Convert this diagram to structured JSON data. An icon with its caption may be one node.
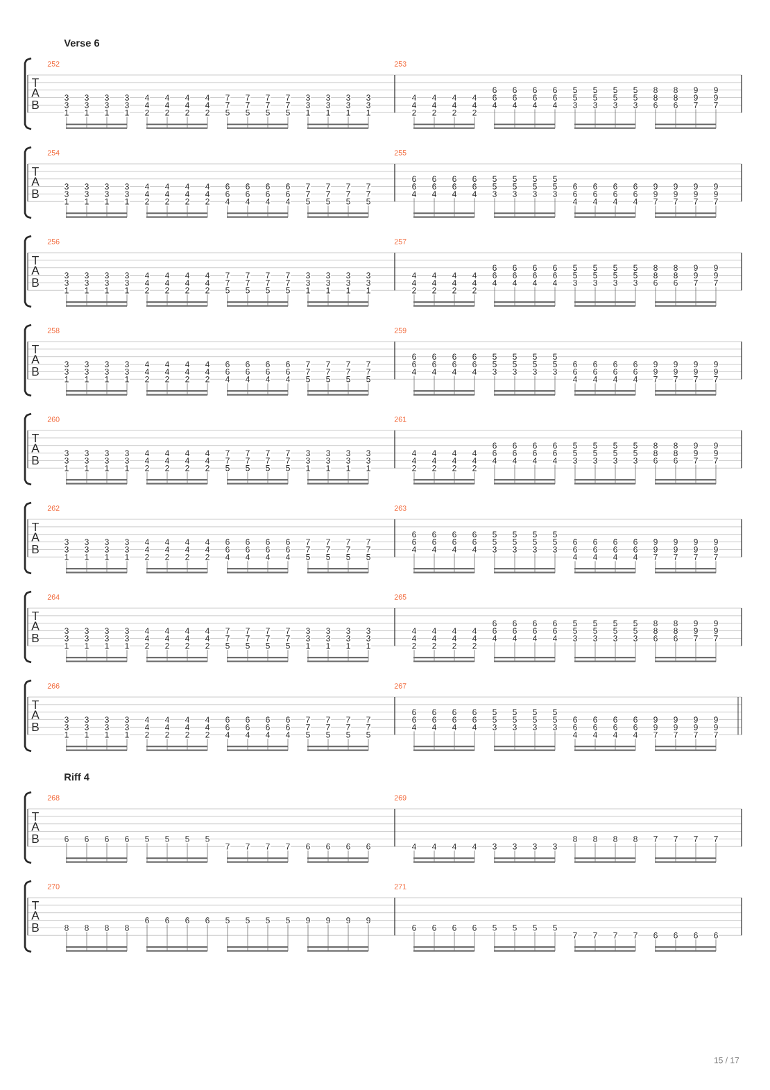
{
  "diagram": {
    "labels": [
      "Verse 6",
      "T",
      "A",
      "B",
      "252",
      "3",
      "3",
      "1",
      "3",
      "3",
      "1",
      "3",
      "3",
      "1",
      "3",
      "3",
      "1",
      "4",
      "4",
      "2",
      "4",
      "4",
      "2",
      "4",
      "4",
      "2",
      "4",
      "4",
      "2",
      "7",
      "7",
      "5",
      "7",
      "7",
      "5",
      "7",
      "7",
      "5",
      "7",
      "7",
      "5",
      "3",
      "3",
      "1",
      "3",
      "3",
      "1",
      "3",
      "3",
      "1",
      "3",
      "3",
      "1",
      "253",
      "4",
      "4",
      "2",
      "4",
      "4",
      "2",
      "4",
      "4",
      "2",
      "4",
      "4",
      "2",
      "6",
      "6",
      "4",
      "6",
      "6",
      "4",
      "6",
      "6",
      "4",
      "6",
      "6",
      "4",
      "5",
      "5",
      "3",
      "5",
      "5",
      "3",
      "5",
      "5",
      "3",
      "5",
      "5",
      "3",
      "8",
      "8",
      "6",
      "8",
      "8",
      "6",
      "9",
      "9",
      "7",
      "9",
      "9",
      "7",
      "T",
      "A",
      "B",
      "254",
      "3",
      "3",
      "1",
      "3",
      "3",
      "1",
      "3",
      "3",
      "1",
      "3",
      "3",
      "1",
      "4",
      "4",
      "2",
      "4",
      "4",
      "2",
      "4",
      "4",
      "2",
      "4",
      "4",
      "2",
      "6",
      "6",
      "4",
      "6",
      "6",
      "4",
      "6",
      "6",
      "4",
      "6",
      "6",
      "4",
      "7",
      "7",
      "5",
      "7",
      "7",
      "5",
      "7",
      "7",
      "5",
      "7",
      "7",
      "5",
      "255",
      "6",
      "6",
      "4",
      "6",
      "6",
      "4",
      "6",
      "6",
      "4",
      "6",
      "6",
      "4",
      "5",
      "5",
      "3",
      "5",
      "5",
      "3",
      "5",
      "5",
      "3",
      "5",
      "5",
      "3",
      "6",
      "6",
      "4",
      "6",
      "6",
      "4",
      "6",
      "6",
      "4",
      "6",
      "6",
      "4",
      "9",
      "9",
      "7",
      "9",
      "9",
      "7",
      "9",
      "9",
      "7",
      "9",
      "9",
      "7",
      "T",
      "A",
      "B",
      "256",
      "3",
      "3",
      "1",
      "3",
      "3",
      "1",
      "3",
      "3",
      "1",
      "3",
      "3",
      "1",
      "4",
      "4",
      "2",
      "4",
      "4",
      "2",
      "4",
      "4",
      "2",
      "4",
      "4",
      "2",
      "7",
      "7",
      "5",
      "7",
      "7",
      "5",
      "7",
      "7",
      "5",
      "7",
      "7",
      "5",
      "3",
      "3",
      "1",
      "3",
      "3",
      "1",
      "3",
      "3",
      "1",
      "3",
      "3",
      "1",
      "257",
      "4",
      "4",
      "2",
      "4",
      "4",
      "2",
      "4",
      "4",
      "2",
      "4",
      "4",
      "2",
      "6",
      "6",
      "4",
      "6",
      "6",
      "4",
      "6",
      "6",
      "4",
      "6",
      "6",
      "4",
      "5",
      "5",
      "3",
      "5",
      "5",
      "3",
      "5",
      "5",
      "3",
      "5",
      "5",
      "3",
      "8",
      "8",
      "6",
      "8",
      "8",
      "6",
      "9",
      "9",
      "7",
      "9",
      "9",
      "7",
      "T",
      "A",
      "B",
      "258",
      "3",
      "3",
      "1",
      "3",
      "3",
      "1",
      "3",
      "3",
      "1",
      "3",
      "3",
      "1",
      "4",
      "4",
      "2",
      "4",
      "4",
      "2",
      "4",
      "4",
      "2",
      "4",
      "4",
      "2",
      "6",
      "6",
      "4",
      "6",
      "6",
      "4",
      "6",
      "6",
      "4",
      "6",
      "6",
      "4",
      "7",
      "7",
      "5",
      "7",
      "7",
      "5",
      "7",
      "7",
      "5",
      "7",
      "7",
      "5",
      "259",
      "6",
      "6",
      "4",
      "6",
      "6",
      "4",
      "6",
      "6",
      "4",
      "6",
      "6",
      "4",
      "5",
      "5",
      "3",
      "5",
      "5",
      "3",
      "5",
      "5",
      "3",
      "5",
      "5",
      "3",
      "6",
      "6",
      "4",
      "6",
      "6",
      "4",
      "6",
      "6",
      "4",
      "6",
      "6",
      "4",
      "9",
      "9",
      "7",
      "9",
      "9",
      "7",
      "9",
      "9",
      "7",
      "9",
      "9",
      "7",
      "T",
      "A",
      "B",
      "260",
      "3",
      "3",
      "1",
      "3",
      "3",
      "1",
      "3",
      "3",
      "1",
      "3",
      "3",
      "1",
      "4",
      "4",
      "2",
      "4",
      "4",
      "2",
      "4",
      "4",
      "2",
      "4",
      "4",
      "2",
      "7",
      "7",
      "5",
      "7",
      "7",
      "5",
      "7",
      "7",
      "5",
      "7",
      "7",
      "5",
      "3",
      "3",
      "1",
      "3",
      "3",
      "1",
      "3",
      "3",
      "1",
      "3",
      "3",
      "1",
      "261",
      "4",
      "4",
      "2",
      "4",
      "4",
      "2",
      "4",
      "4",
      "2",
      "4",
      "4",
      "2",
      "6",
      "6",
      "4",
      "6",
      "6",
      "4",
      "6",
      "6",
      "4",
      "6",
      "6",
      "4",
      "5",
      "5",
      "3",
      "5",
      "5",
      "3",
      "5",
      "5",
      "3",
      "5",
      "5",
      "3",
      "8",
      "8",
      "6",
      "8",
      "8",
      "6",
      "9",
      "9",
      "7",
      "9",
      "9",
      "7",
      "T",
      "A",
      "B",
      "262",
      "3",
      "3",
      "1",
      "3",
      "3",
      "1",
      "3",
      "3",
      "1",
      "3",
      "3",
      "1",
      "4",
      "4",
      "2",
      "4",
      "4",
      "2",
      "4",
      "4",
      "2",
      "4",
      "4",
      "2",
      "6",
      "6",
      "4",
      "6",
      "6",
      "4",
      "6",
      "6",
      "4",
      "6",
      "6",
      "4",
      "7",
      "7",
      "5",
      "7",
      "7",
      "5",
      "7",
      "7",
      "5",
      "7",
      "7",
      "5",
      "263",
      "6",
      "6",
      "4",
      "6",
      "6",
      "4",
      "6",
      "6",
      "4",
      "6",
      "6",
      "4",
      "5",
      "5",
      "3",
      "5",
      "5",
      "3",
      "5",
      "5",
      "3",
      "5",
      "5",
      "3",
      "6",
      "6",
      "4",
      "6",
      "6",
      "4",
      "6",
      "6",
      "4",
      "6",
      "6",
      "4",
      "9",
      "9",
      "7",
      "9",
      "9",
      "7",
      "9",
      "9",
      "7",
      "9",
      "9",
      "7",
      "T",
      "A",
      "B",
      "264",
      "3",
      "3",
      "1",
      "3",
      "3",
      "1",
      "3",
      "3",
      "1",
      "3",
      "3",
      "1",
      "4",
      "4",
      "2",
      "4",
      "4",
      "2",
      "4",
      "4",
      "2",
      "4",
      "4",
      "2",
      "7",
      "7",
      "5",
      "7",
      "7",
      "5",
      "7",
      "7",
      "5",
      "7",
      "7",
      "5",
      "3",
      "3",
      "1",
      "3",
      "3",
      "1",
      "3",
      "3",
      "1",
      "3",
      "3",
      "1",
      "265",
      "4",
      "4",
      "2",
      "4",
      "4",
      "2",
      "4",
      "4",
      "2",
      "4",
      "4",
      "2",
      "6",
      "6",
      "4",
      "6",
      "6",
      "4",
      "6",
      "6",
      "4",
      "6",
      "6",
      "4",
      "5",
      "5",
      "3",
      "5",
      "5",
      "3",
      "5",
      "5",
      "3",
      "5",
      "5",
      "3",
      "8",
      "8",
      "6",
      "8",
      "8",
      "6",
      "9",
      "9",
      "7",
      "9",
      "9",
      "7",
      "T",
      "A",
      "B",
      "266",
      "3",
      "3",
      "1",
      "3",
      "3",
      "1",
      "3",
      "3",
      "1",
      "3",
      "3",
      "1",
      "4",
      "4",
      "2",
      "4",
      "4",
      "2",
      "4",
      "4",
      "2",
      "4",
      "4",
      "2",
      "6",
      "6",
      "4",
      "6",
      "6",
      "4",
      "6",
      "6",
      "4",
      "6",
      "6",
      "4",
      "7",
      "7",
      "5",
      "7",
      "7",
      "5",
      "7",
      "7",
      "5",
      "7",
      "7",
      "5",
      "267",
      "6",
      "6",
      "4",
      "6",
      "6",
      "4",
      "6",
      "6",
      "4",
      "6",
      "6",
      "4",
      "5",
      "5",
      "3",
      "5",
      "5",
      "3",
      "5",
      "5",
      "3",
      "5",
      "5",
      "3",
      "6",
      "6",
      "4",
      "6",
      "6",
      "4",
      "6",
      "6",
      "4",
      "6",
      "6",
      "4",
      "9",
      "9",
      "7",
      "9",
      "9",
      "7",
      "9",
      "9",
      "7",
      "9",
      "9",
      "7",
      "Riff 4",
      "T",
      "A",
      "B",
      "268",
      "6",
      "6",
      "6",
      "6",
      "5",
      "5",
      "5",
      "5",
      "7",
      "7",
      "7",
      "7",
      "6",
      "6",
      "6",
      "6",
      "269",
      "4",
      "4",
      "4",
      "4",
      "3",
      "3",
      "3",
      "3",
      "8",
      "8",
      "8",
      "8",
      "7",
      "7",
      "7",
      "7",
      "T",
      "A",
      "B",
      "270",
      "8",
      "8",
      "8",
      "8",
      "6",
      "6",
      "6",
      "6",
      "5",
      "5",
      "5",
      "5",
      "9",
      "9",
      "9",
      "9",
      "271",
      "6",
      "6",
      "6",
      "6",
      "5",
      "5",
      "5",
      "5",
      "7",
      "7",
      "7",
      "7",
      "6",
      "6",
      "6",
      "6",
      "15 / 17"
    ]
  }
}
